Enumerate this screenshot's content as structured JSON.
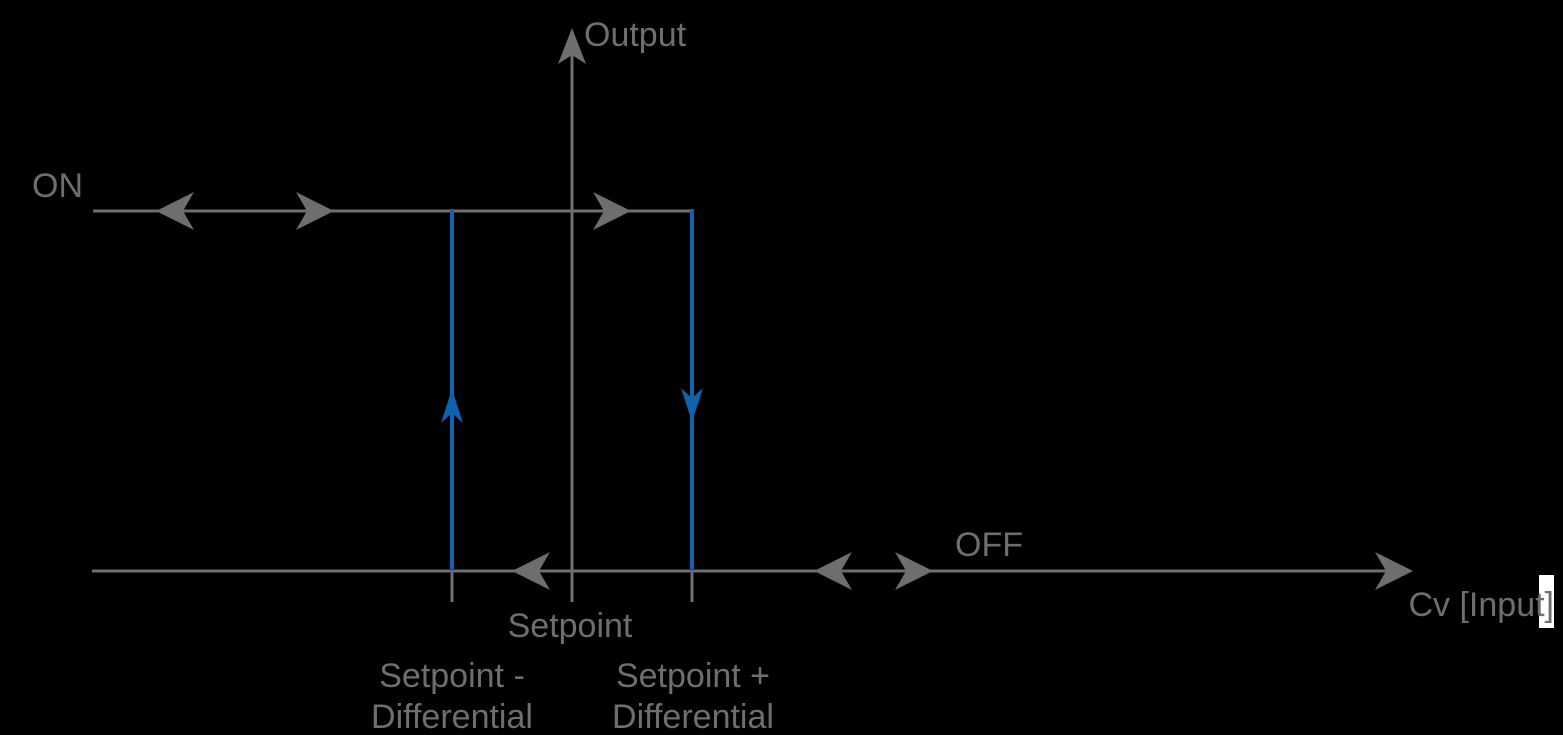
{
  "diagram": {
    "kind": "on-off-hysteresis-control",
    "y_axis_label": "Output",
    "x_axis_label": "Cv [Input]",
    "on_label": "ON",
    "off_label": "OFF",
    "setpoint_label": "Setpoint",
    "lower_threshold": {
      "line1": "Setpoint -",
      "line2": "Differential"
    },
    "upper_threshold": {
      "line1": "Setpoint +",
      "line2": "Differential"
    },
    "colors": {
      "background": "#000000",
      "axis_gray": "#6E6E6E",
      "label_gray": "#6E6E6E",
      "transition_blue": "#0F62AD",
      "cursor_white": "#FFFFFF"
    }
  }
}
